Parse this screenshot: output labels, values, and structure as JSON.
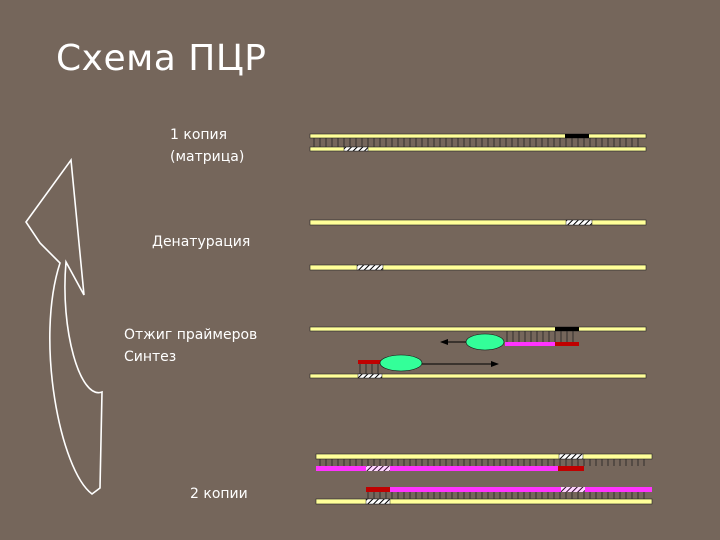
{
  "title": "Схема ПЦР",
  "labels": {
    "copy1_line1": "1 копия",
    "copy1_line2": "(матрица)",
    "denaturation": "Денатурация",
    "annealing": "Отжиг праймеров",
    "synthesis": "Синтез",
    "copies2": "2 копии"
  },
  "colors": {
    "background": "#75665b",
    "strand": "#ffff99",
    "primer": "#c00000",
    "new_strand": "#ff33ff",
    "polymerase": "#33ff99",
    "label_text": "#ffffff"
  }
}
